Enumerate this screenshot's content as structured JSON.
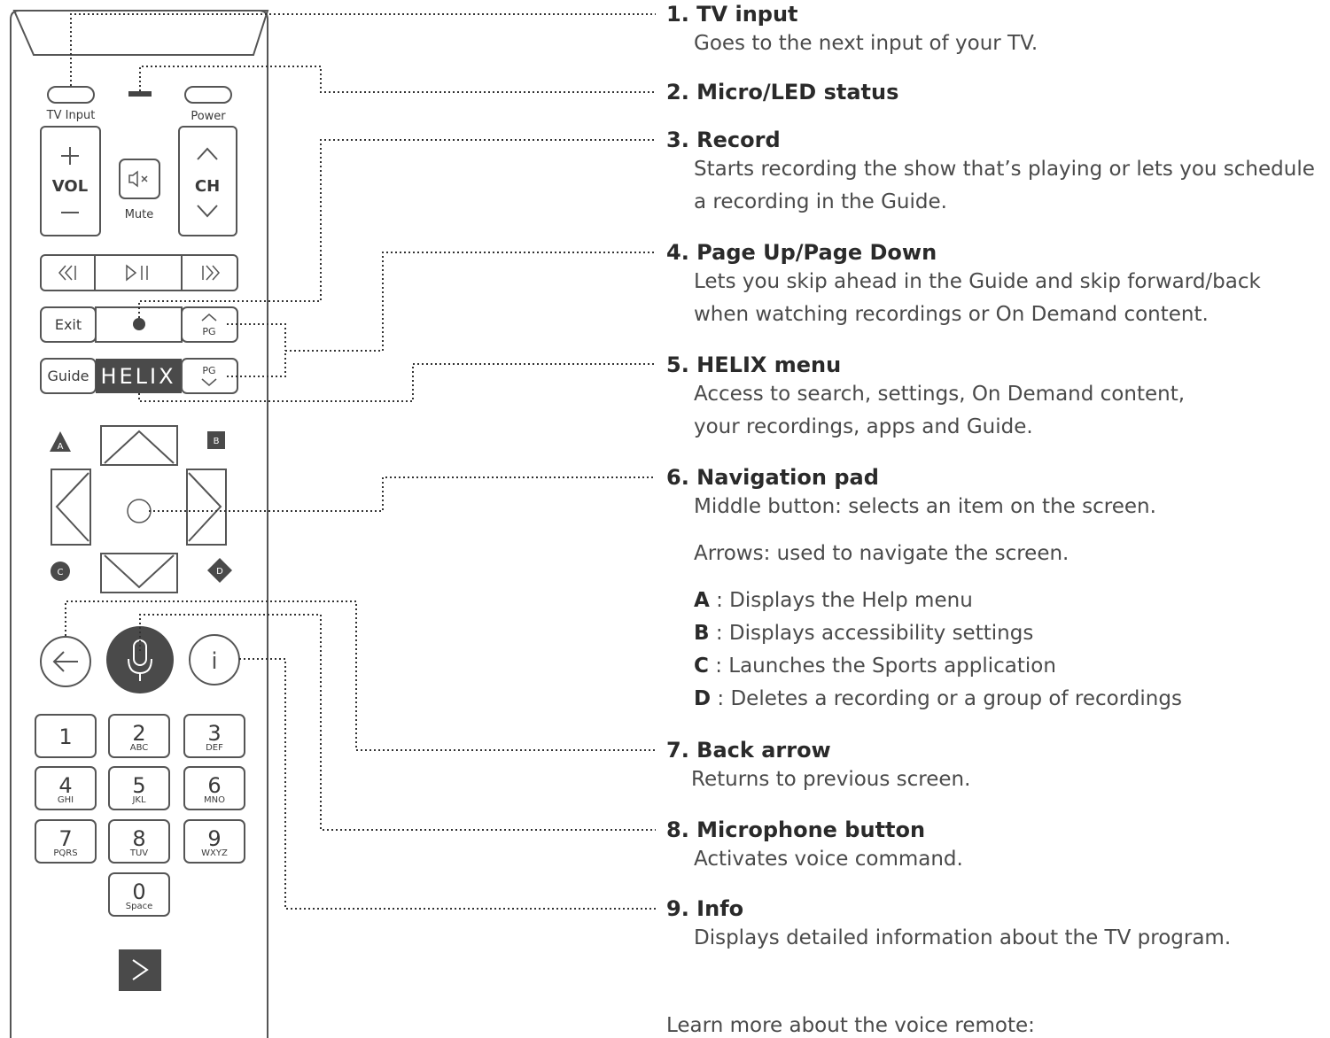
{
  "remote": {
    "tv_input_label": "TV Input",
    "power_label": "Power",
    "vol_label": "VOL",
    "ch_label": "CH",
    "mute_label": "Mute",
    "exit_label": "Exit",
    "guide_label": "Guide",
    "helix_label": "HELIX",
    "pg_label": "PG",
    "color_keys": [
      "A",
      "B",
      "C",
      "D"
    ],
    "keypad": [
      {
        "digit": "1",
        "letters": ""
      },
      {
        "digit": "2",
        "letters": "ABC"
      },
      {
        "digit": "3",
        "letters": "DEF"
      },
      {
        "digit": "4",
        "letters": "GHI"
      },
      {
        "digit": "5",
        "letters": "JKL"
      },
      {
        "digit": "6",
        "letters": "MNO"
      },
      {
        "digit": "7",
        "letters": "PQRS"
      },
      {
        "digit": "8",
        "letters": "TUV"
      },
      {
        "digit": "9",
        "letters": "WXYZ"
      },
      {
        "digit": "0",
        "letters": "Space"
      }
    ],
    "colors": {
      "outline": "#555555",
      "dark": "#4a4a4a",
      "dotted": "#333333"
    }
  },
  "callouts": [
    {
      "title": "1. TV input",
      "desc": [
        "Goes to the next input of your TV."
      ]
    },
    {
      "title": "2. Micro/LED status",
      "desc": []
    },
    {
      "title": "3. Record",
      "desc": [
        "Starts recording the show that’s playing or lets you schedule",
        "a recording in the Guide."
      ]
    },
    {
      "title": "4. Page Up/Page Down",
      "desc": [
        "Lets you skip ahead in the Guide and skip forward/back",
        "when watching recordings or On Demand content."
      ]
    },
    {
      "title": "5. HELIX menu",
      "desc": [
        "Access to search, settings, On Demand content,",
        "your recordings, apps and Guide."
      ]
    },
    {
      "title": "6. Navigation pad",
      "desc": [
        "Middle button: selects an item on the screen.",
        "Arrows: used to navigate the screen."
      ]
    },
    {
      "title": "7. Back arrow",
      "desc": [
        "Returns to previous screen."
      ]
    },
    {
      "title": "8. Microphone button",
      "desc": [
        "Activates voice command."
      ]
    },
    {
      "title": "9. Info",
      "desc": [
        "Displays detailed information about the TV program."
      ]
    }
  ],
  "nav_letters": [
    {
      "letter": "A",
      "text": " : Displays the Help menu"
    },
    {
      "letter": "B",
      "text": " : Displays accessibility settings"
    },
    {
      "letter": "C",
      "text": " : Launches the Sports application"
    },
    {
      "letter": "D",
      "text": " : Deletes a recording or a group of recordings"
    }
  ],
  "learn_more": "Learn more about the voice remote:"
}
